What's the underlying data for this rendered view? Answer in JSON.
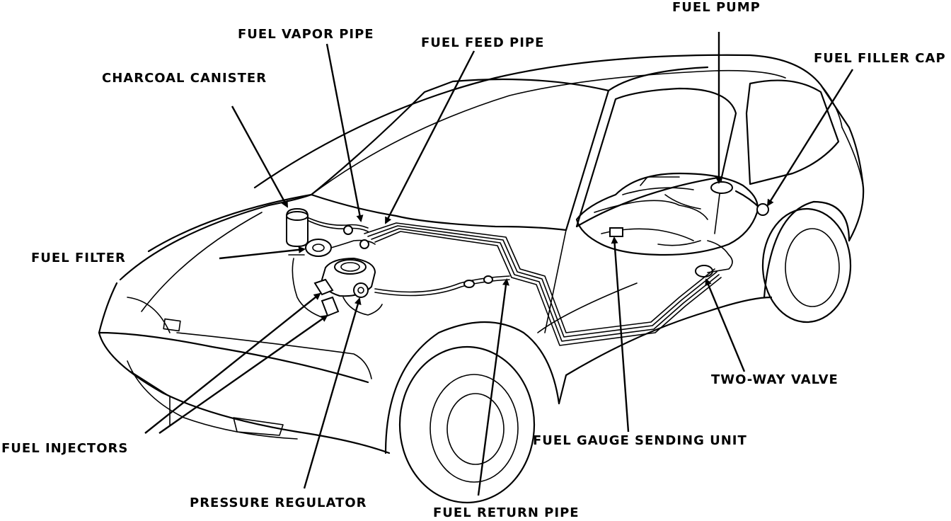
{
  "labels": {
    "fuel_pump": "FUEL PUMP",
    "fuel_vapor_pipe": "FUEL VAPOR PIPE",
    "fuel_feed_pipe": "FUEL FEED PIPE",
    "fuel_filler_cap": "FUEL FILLER CAP",
    "charcoal_canister": "CHARCOAL CANISTER",
    "fuel_filter": "FUEL FILTER",
    "two_way_valve": "TWO-WAY VALVE",
    "fuel_gauge_sending_unit": "FUEL GAUGE SENDING UNIT",
    "fuel_injectors": "FUEL INJECTORS",
    "pressure_regulator": "PRESSURE REGULATOR",
    "fuel_return_pipe": "FUEL RETURN PIPE"
  },
  "colors": {
    "ink": "#000000",
    "paper": "#ffffff"
  }
}
